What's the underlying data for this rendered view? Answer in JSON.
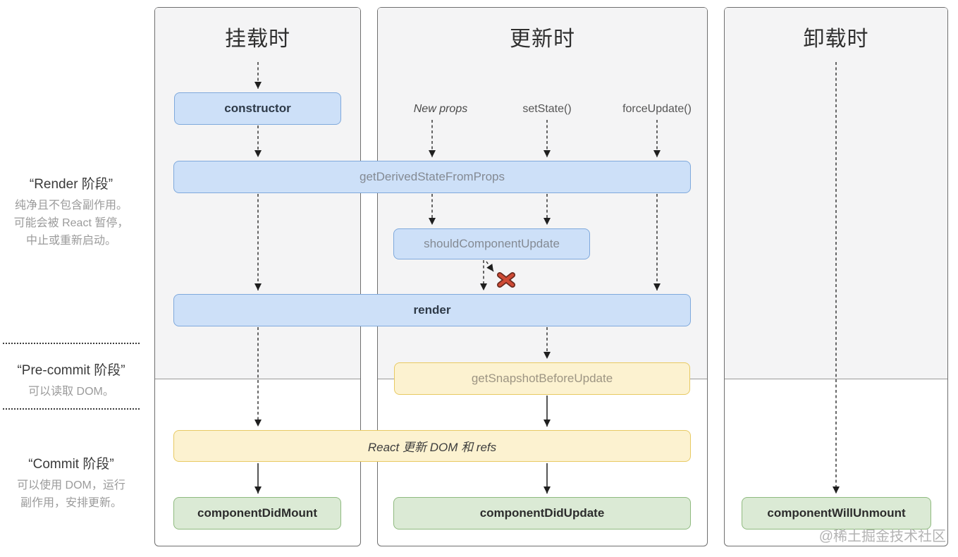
{
  "columns": [
    {
      "title": "挂载时"
    },
    {
      "title": "更新时"
    },
    {
      "title": "卸载时"
    }
  ],
  "sidebar": {
    "render_phase": {
      "title": "“Render 阶段”",
      "lines": [
        "纯净且不包含副作用。",
        "可能会被 React 暂停，",
        "中止或重新启动。"
      ]
    },
    "precommit_phase": {
      "title": "“Pre-commit 阶段”",
      "lines": [
        "可以读取 DOM。"
      ]
    },
    "commit_phase": {
      "title": "“Commit 阶段”",
      "lines": [
        "可以使用 DOM，运行",
        "副作用，安排更新。"
      ]
    }
  },
  "triggers": [
    "New props",
    "setState()",
    "forceUpdate()"
  ],
  "boxes": {
    "constructor": "constructor",
    "get_derived_state_from_props": "getDerivedStateFromProps",
    "should_component_update": "shouldComponentUpdate",
    "render": "render",
    "get_snapshot_before_update": "getSnapshotBeforeUpdate",
    "react_updates_dom": "React 更新 DOM 和 refs",
    "component_did_mount": "componentDidMount",
    "component_did_update": "componentDidUpdate",
    "component_will_unmount": "componentWillUnmount"
  },
  "watermark": "@稀土掘金技术社区",
  "colors": {
    "blue_fill": "#cde0f8",
    "blue_border": "#7fa9dc",
    "yellow_fill": "#fcf2d0",
    "yellow_border": "#e8ca63",
    "green_fill": "#dbead5",
    "green_border": "#8fba7f",
    "panel_gray": "#f4f4f5",
    "red_x": "#cf4a35"
  }
}
